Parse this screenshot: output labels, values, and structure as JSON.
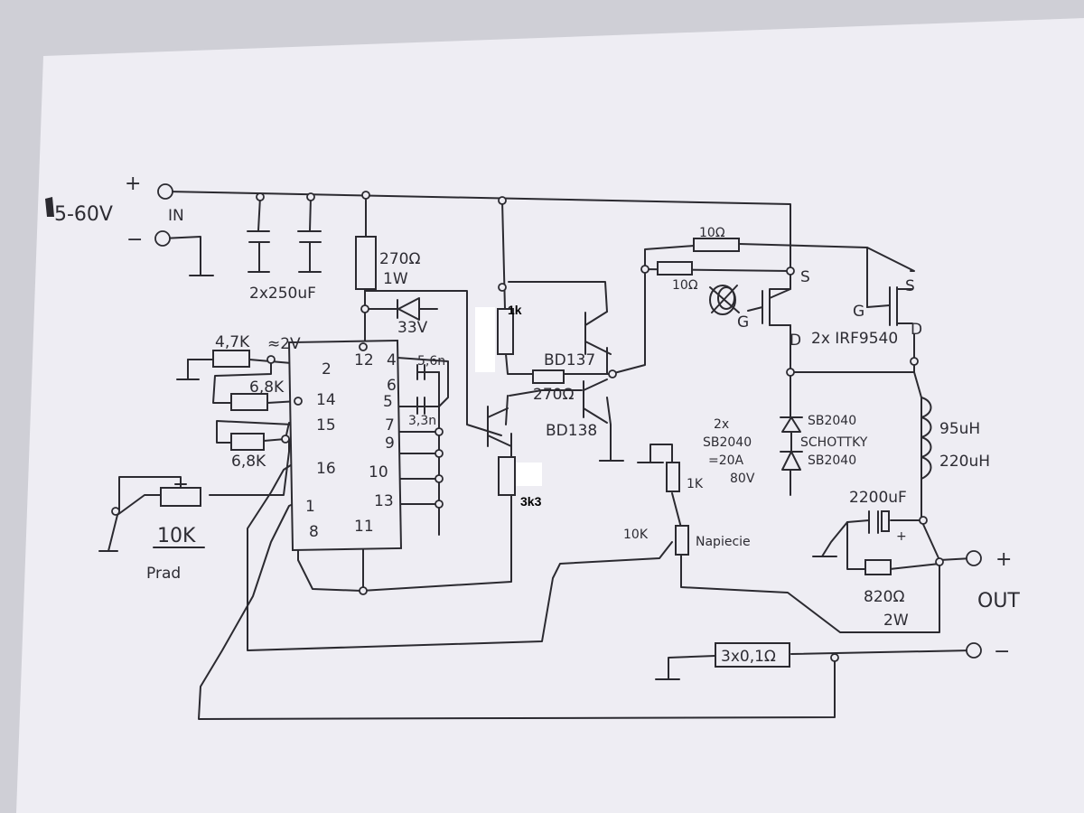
{
  "supply": {
    "range": "5-60V",
    "plus": "+",
    "minus": "−",
    "in": "IN"
  },
  "input_caps": {
    "label": "2x250uF"
  },
  "r270_top": {
    "value": "270Ω",
    "power": "1W"
  },
  "zener": {
    "value": "33V"
  },
  "ic": {
    "pins_left": [
      "2",
      "14",
      "15",
      "16",
      "1",
      "8"
    ],
    "pins_right": [
      "12",
      "4",
      "6",
      "5",
      "7",
      "9",
      "10",
      "13",
      "11"
    ]
  },
  "resistors": {
    "r47k": "4,7K",
    "approx2v": "≈2V",
    "r68k_a": "6,8K",
    "r68k_b": "6,8K",
    "pot": "10K",
    "pot_caption": "Prad",
    "r_typed_1k": "1k",
    "r_typed_3k3": "3k3",
    "r270_base": "270Ω",
    "r10_top": "10Ω",
    "r10_mid": "10Ω",
    "r1k_sense": "1K",
    "pot10k_v": "10K",
    "napiecie": "Napiecie",
    "r820": "820Ω",
    "r820_power": "2W",
    "shunt": "3x0,1Ω"
  },
  "caps": {
    "c56n": "5,6n",
    "c33n": "3,3n",
    "c2200": "2200uF"
  },
  "transistors": {
    "bd137": "BD137",
    "bd138": "BD138"
  },
  "mosfets": {
    "label": "2x IRF9540",
    "s": "S",
    "g": "G",
    "d": "D"
  },
  "diodes": {
    "top": "SB2040",
    "bottom": "SB2040",
    "type": "SCHOTTKY",
    "note_count": "2x",
    "note_part": "SB2040",
    "note_rating": "=20A",
    "note_voltage": "80V"
  },
  "inductor": {
    "value1": "95uH",
    "value2": "220uH"
  },
  "output": {
    "label": "OUT",
    "plus": "+",
    "minus": "−"
  }
}
